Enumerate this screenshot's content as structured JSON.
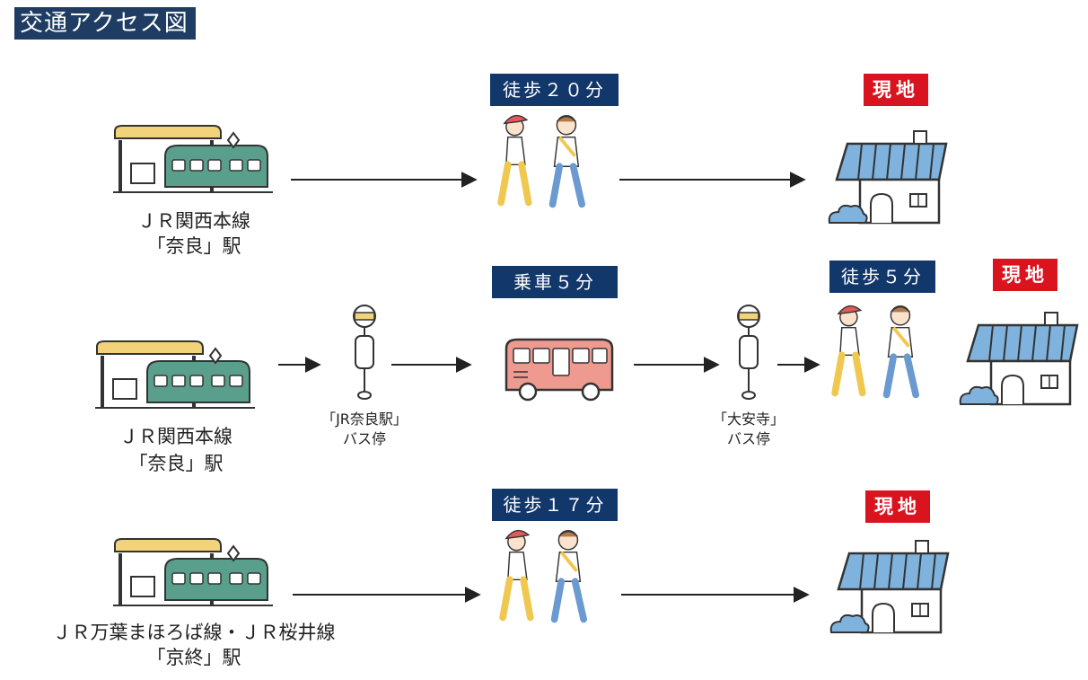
{
  "title": "交通アクセス図",
  "colors": {
    "navy": "#12376b",
    "title_bg": "#1f3d63",
    "red": "#d9141e",
    "station_green": "#5a9e8c",
    "station_roof": "#f2d37a",
    "bus": "#ee9a90",
    "house_roof": "#7fb3dd"
  },
  "routes": [
    {
      "station_line1": "ＪＲ関西本線",
      "station_line2": "「奈良」駅",
      "walk_label": "徒歩２０分",
      "destination": "現地"
    },
    {
      "station_line1": "ＪＲ関西本線",
      "station_line2": "「奈良」駅",
      "bus_stop_1_line1": "「JR奈良駅」",
      "bus_stop_1_line2": "バス停",
      "bus_label": "乗車５分",
      "bus_stop_2_line1": "「大安寺」",
      "bus_stop_2_line2": "バス停",
      "walk_label": "徒歩５分",
      "destination": "現地"
    },
    {
      "station_line1": "ＪＲ万葉まほろば線・ＪＲ桜井線",
      "station_line2": "「京終」駅",
      "walk_label": "徒歩１７分",
      "destination": "現地"
    }
  ]
}
